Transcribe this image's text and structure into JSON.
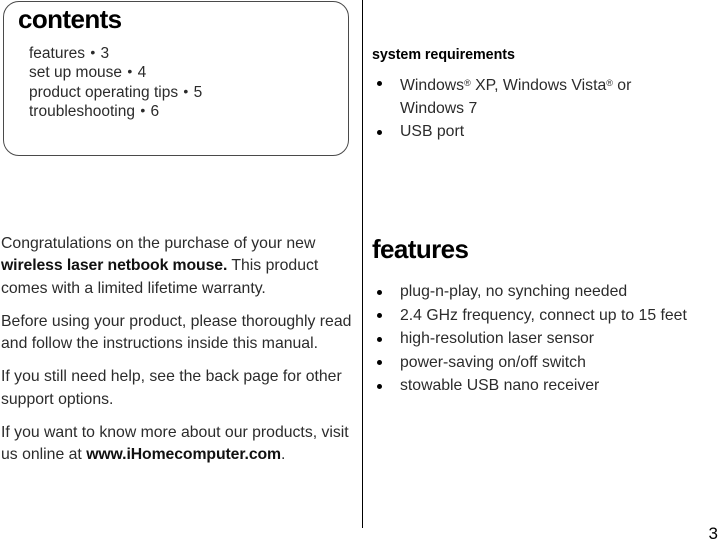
{
  "document": {
    "page_number": "3"
  },
  "contents": {
    "title": "contents",
    "items": [
      {
        "label": "features",
        "separator": "•",
        "page": "3"
      },
      {
        "label": "set up mouse",
        "separator": "•",
        "page": "4"
      },
      {
        "label": "product operating tips",
        "separator": "•",
        "page": "5"
      },
      {
        "label": "troubleshooting",
        "separator": "•",
        "page": "6"
      }
    ]
  },
  "intro": {
    "paragraph_1_part_1": "Congratulations on the purchase of your new ",
    "paragraph_1_bold": "wireless laser netbook mouse.",
    "paragraph_1_part_2": " This product comes with a limited lifetime warranty.",
    "paragraph_2": "Before using your product, please thoroughly read and follow the instructions inside this manual.",
    "paragraph_3": "If you still need help, see the back page for other support options.",
    "paragraph_4_part_1": "If you want to know more about our products, visit us online at ",
    "paragraph_4_bold": "www.iHomecomputer.com",
    "paragraph_4_part_2": "."
  },
  "system_requirements": {
    "title": "system requirements",
    "items": [
      {
        "pre": "Windows",
        "reg1": "®",
        "mid": " XP, Windows Vista",
        "reg2": "®",
        "post": " or Windows 7"
      },
      {
        "pre": "USB port",
        "reg1": "",
        "mid": "",
        "reg2": "",
        "post": ""
      }
    ]
  },
  "features": {
    "title": "features",
    "items": [
      "plug-n-play, no synching needed",
      "2.4 GHz frequency, connect up to 15 feet",
      "high-resolution laser sensor",
      "power-saving on/off switch",
      "stowable USB nano receiver"
    ]
  }
}
